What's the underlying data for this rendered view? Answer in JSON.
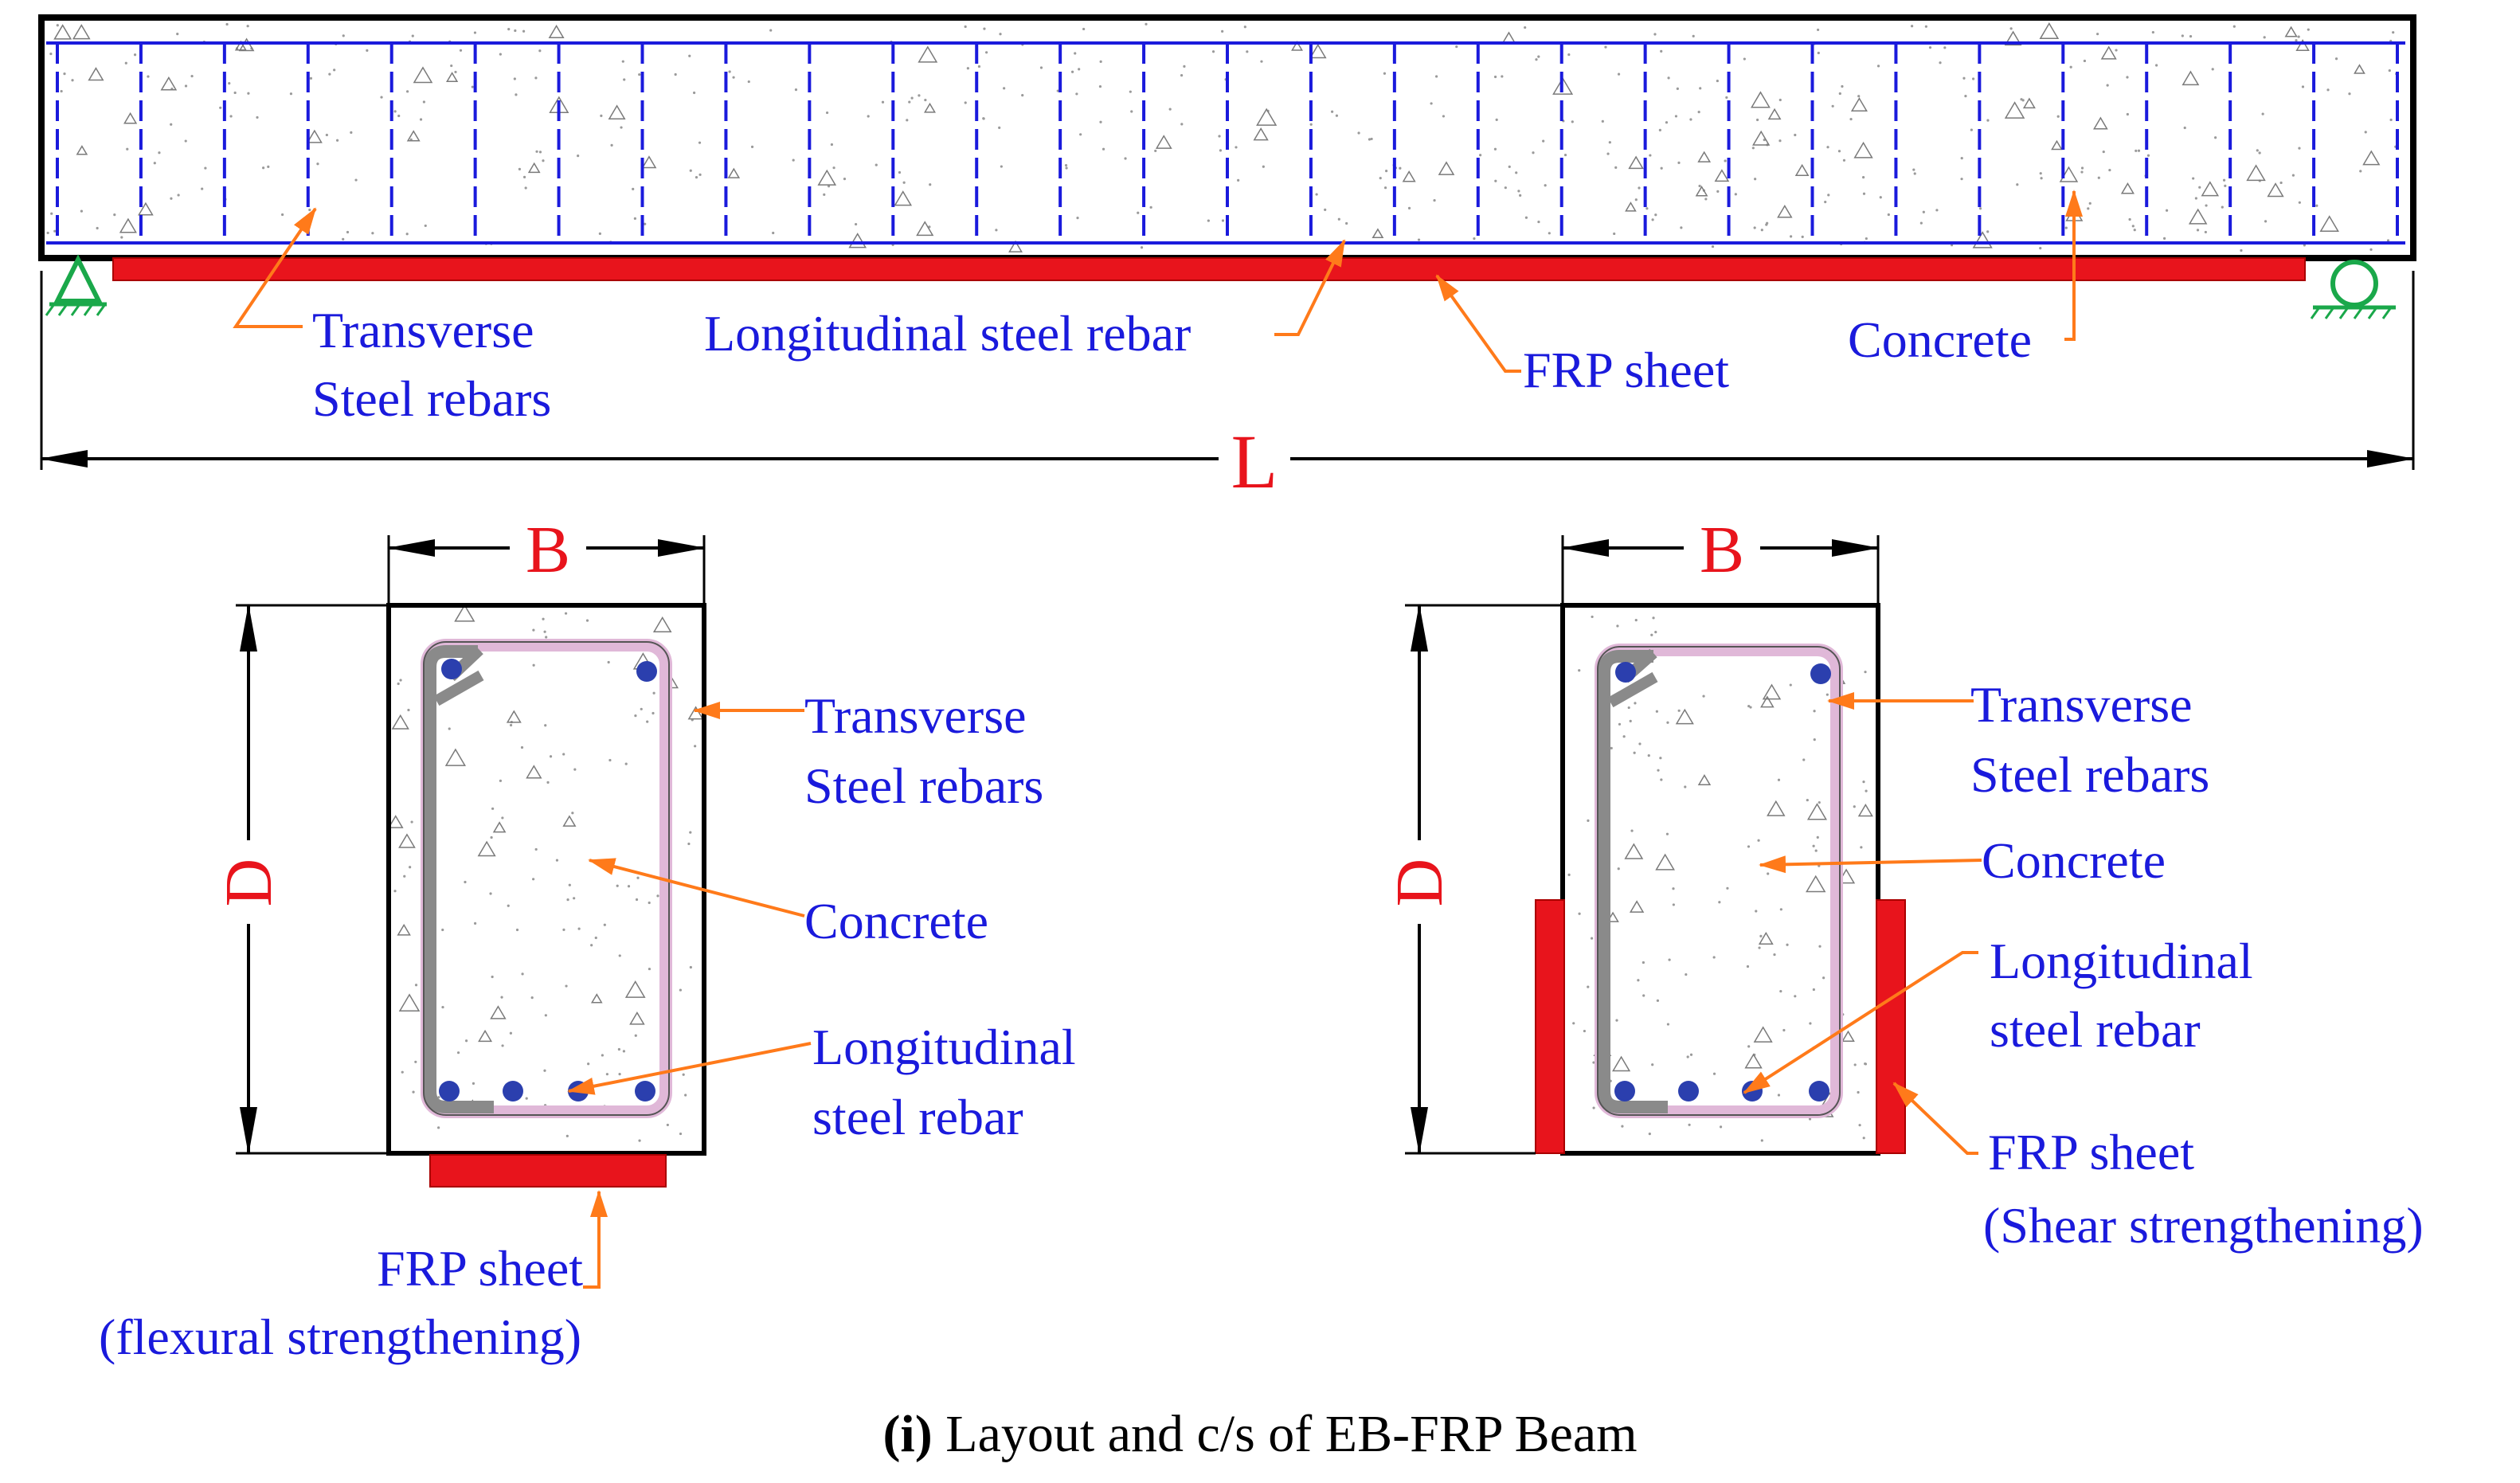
{
  "colors": {
    "outline": "#000000",
    "stirrup": "#1a1adc",
    "rebar_fill": "#2b3fae",
    "frp": "#e8141c",
    "leader": "#ff7a1a",
    "label_text": "#1a1adc",
    "dimension_text": "#e8141c",
    "support": "#1aa84a",
    "stirrup_left_leg": "#8a8a8a",
    "stirrup_right_leg": "#e0b8d8"
  },
  "elevation": {
    "labels": {
      "transverse_line1": "Transverse",
      "transverse_line2": "Steel rebars",
      "longitudinal": "Longitudinal steel rebar",
      "frp": "FRP sheet",
      "concrete": "Concrete"
    },
    "span_label": "L",
    "stirrup_count": 29,
    "support_left_icon": "pin-support-icon",
    "support_right_icon": "roller-support-icon"
  },
  "section_flexural": {
    "width_label": "B",
    "depth_label": "D",
    "labels": {
      "transverse_line1": "Transverse",
      "transverse_line2": "Steel rebars",
      "concrete": "Concrete",
      "longitudinal_line1": "Longitudinal",
      "longitudinal_line2": "steel rebar",
      "frp_line1": "FRP sheet",
      "frp_line2": "(flexural strengthening)"
    }
  },
  "section_shear": {
    "width_label": "B",
    "depth_label": "D",
    "labels": {
      "transverse_line1": "Transverse",
      "transverse_line2": "Steel rebars",
      "concrete": "Concrete",
      "longitudinal_line1": "Longitudinal",
      "longitudinal_line2": "steel rebar",
      "frp_line1": "FRP sheet",
      "frp_line2": "(Shear strengthening)"
    }
  },
  "caption": {
    "tag": "(i)",
    "text": " Layout and c/s of EB-FRP Beam"
  }
}
